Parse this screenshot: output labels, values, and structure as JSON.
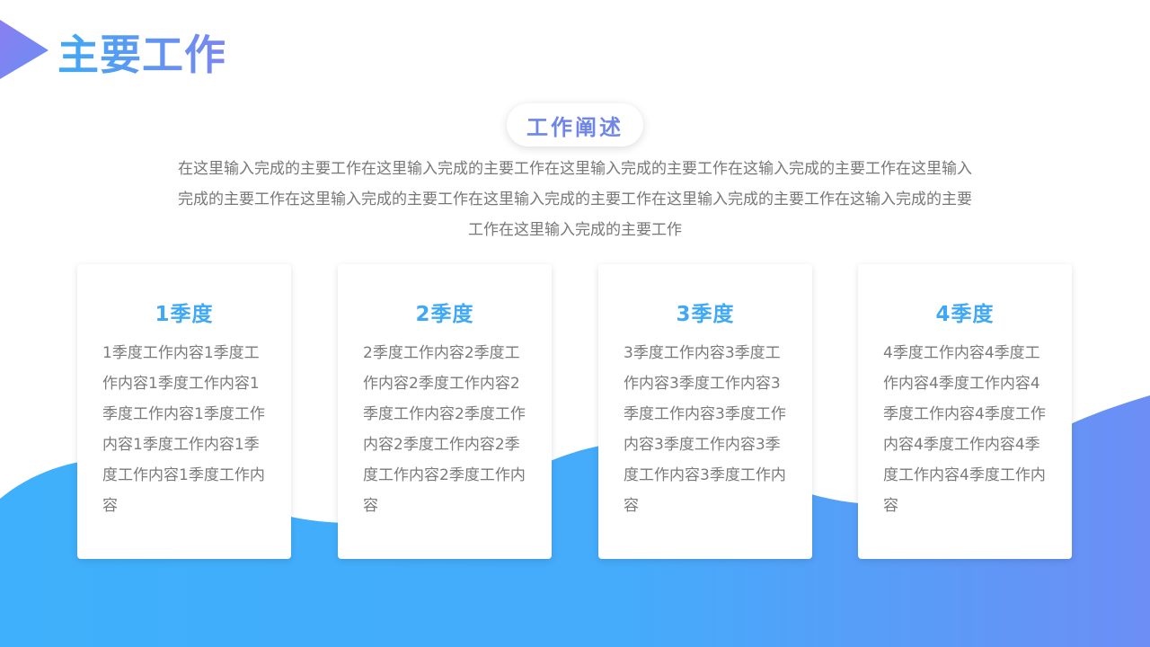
{
  "header": {
    "title": "主要工作"
  },
  "section": {
    "label": "工作阐述",
    "description": "在这里输入完成的主要工作在这里输入完成的主要工作在这里输入完成的主要工作在这输入完成的主要工作在这里输入完成的主要工作在这里输入完成的主要工作在这里输入完成的主要工作在这里输入完成的主要工作在这输入完成的主要工作在这里输入完成的主要工作"
  },
  "cards": [
    {
      "title": "1季度",
      "body": "1季度工作内容1季度工作内容1季度工作内容1季度工作内容1季度工作内容1季度工作内容1季度工作内容1季度工作内容"
    },
    {
      "title": "2季度",
      "body": "2季度工作内容2季度工作内容2季度工作内容2季度工作内容2季度工作内容2季度工作内容2季度工作内容2季度工作内容"
    },
    {
      "title": "3季度",
      "body": "3季度工作内容3季度工作内容3季度工作内容3季度工作内容3季度工作内容3季度工作内容3季度工作内容3季度工作内容"
    },
    {
      "title": "4季度",
      "body": "4季度工作内容4季度工作内容4季度工作内容4季度工作内容4季度工作内容4季度工作内容4季度工作内容4季度工作内容"
    }
  ],
  "colors": {
    "accent_blue": "#3fa9f5",
    "accent_purple": "#7a86f0",
    "body_text": "#777777",
    "background": "#ffffff"
  },
  "icons": {
    "corner": "triangle-arrow-icon"
  }
}
